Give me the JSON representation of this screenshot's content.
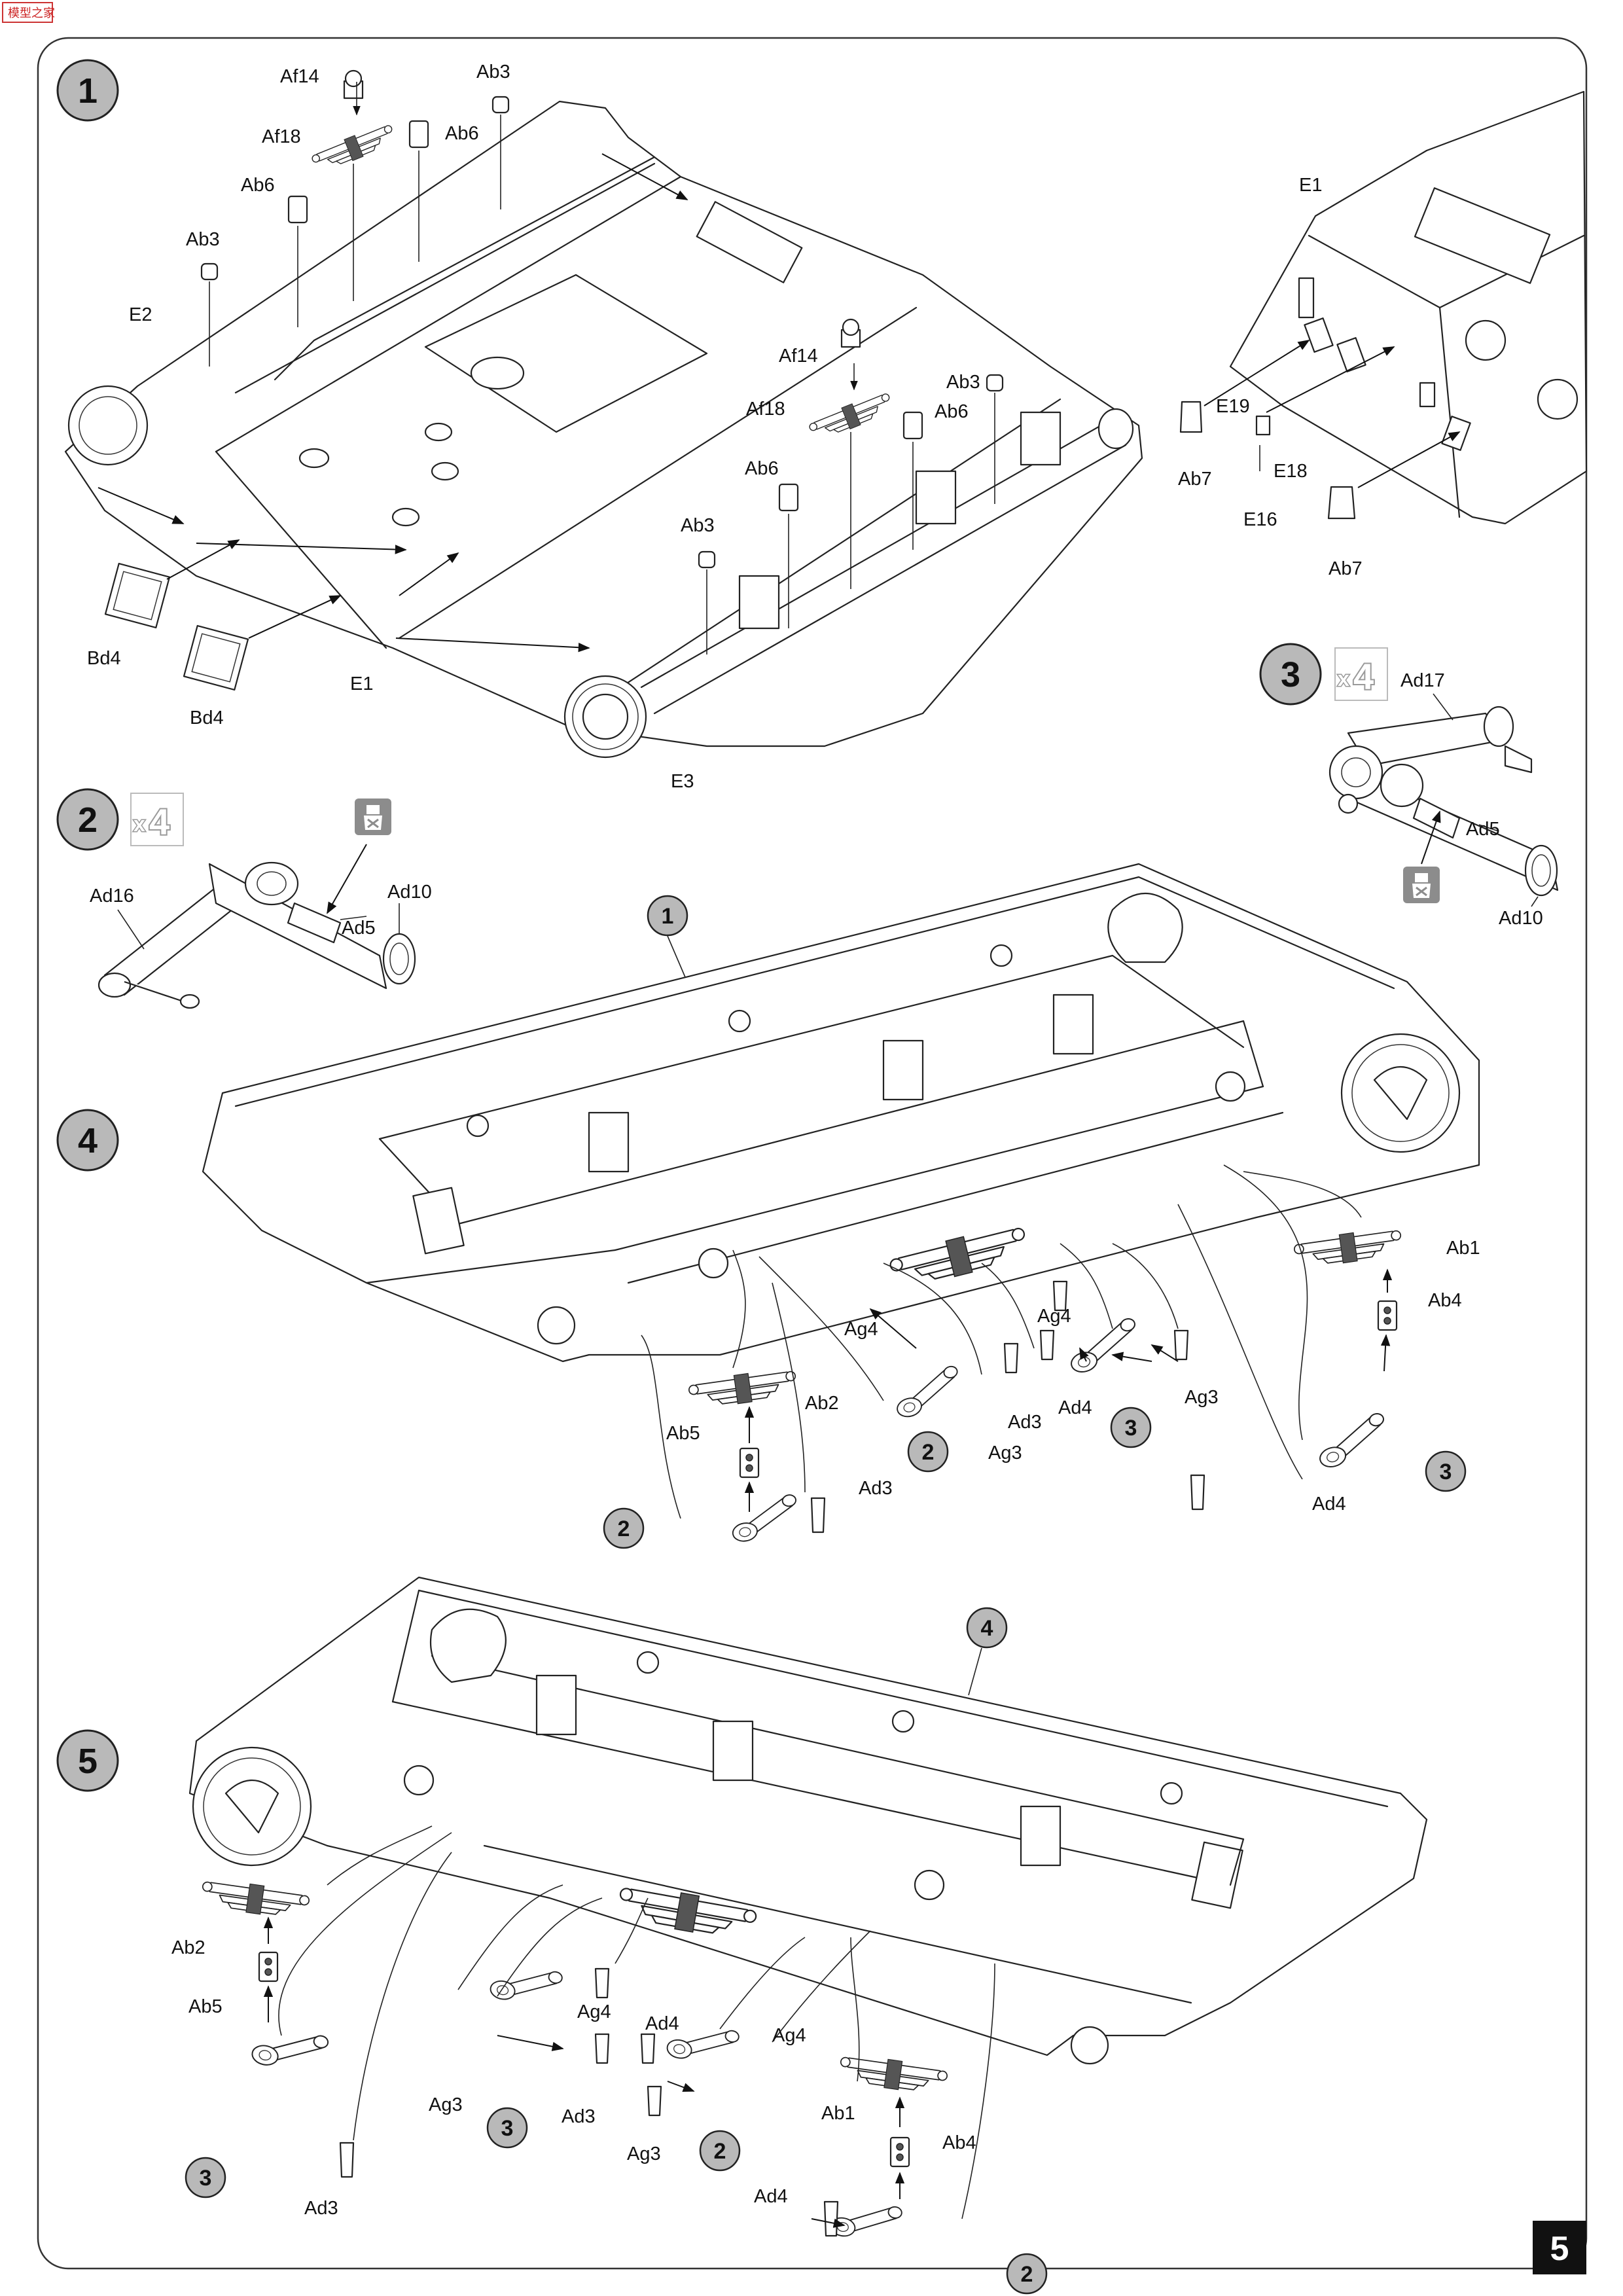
{
  "header": {
    "logo_text": "模型之家"
  },
  "page_number": "5",
  "steps": {
    "s1": {
      "number": "1",
      "labels": {
        "af14_a": "Af14",
        "ab3_a": "Ab3",
        "af18_a": "Af18",
        "ab6_a": "Ab6",
        "ab6_b": "Ab6",
        "ab3_b": "Ab3",
        "e2": "E2",
        "bd4_a": "Bd4",
        "bd4_b": "Bd4",
        "e1_a": "E1",
        "e3": "E3",
        "af14_b": "Af14",
        "ab3_c": "Ab3",
        "af18_b": "Af18",
        "ab6_c": "Ab6",
        "ab6_d": "Ab6",
        "ab3_d": "Ab3",
        "e1_b": "E1",
        "e19": "E19",
        "e18": "E18",
        "e16": "E16",
        "ab7_a": "Ab7",
        "ab7_b": "Ab7"
      }
    },
    "s2": {
      "number": "2",
      "multiplier": "4",
      "multiplier_x": "x",
      "labels": {
        "ad16": "Ad16",
        "ad10": "Ad10",
        "ad5": "Ad5"
      }
    },
    "s3": {
      "number": "3",
      "multiplier": "4",
      "multiplier_x": "x",
      "labels": {
        "ad17": "Ad17",
        "ad5": "Ad5",
        "ad10": "Ad10"
      }
    },
    "s4": {
      "number": "4",
      "ref_step": "1",
      "labels": {
        "ab1": "Ab1",
        "ab4": "Ab4",
        "ag4_a": "Ag4",
        "ag4_b": "Ag4",
        "ad4_a": "Ad4",
        "ag3_a": "Ag3",
        "ad3_a": "Ad3",
        "ag3_b": "Ag3",
        "ab2": "Ab2",
        "ab5": "Ab5",
        "ad3_b": "Ad3",
        "ad4_b": "Ad4"
      },
      "subrefs": {
        "r2_a": "2",
        "r3_a": "3",
        "r3_b": "3",
        "r2_b": "2"
      }
    },
    "s5": {
      "number": "5",
      "ref_step": "4",
      "labels": {
        "ab2": "Ab2",
        "ab5": "Ab5",
        "ad3_a": "Ad3",
        "ag4_a": "Ag4",
        "ag3_a": "Ag3",
        "ad3_b": "Ad3",
        "ad4_a": "Ad4",
        "ag4_b": "Ag4",
        "ag3_b": "Ag3",
        "ab1": "Ab1",
        "ab4": "Ab4",
        "ad4_b": "Ad4"
      },
      "subrefs": {
        "r3_a": "3",
        "r3_b": "3",
        "r2_a": "2",
        "r2_b": "2"
      }
    }
  }
}
